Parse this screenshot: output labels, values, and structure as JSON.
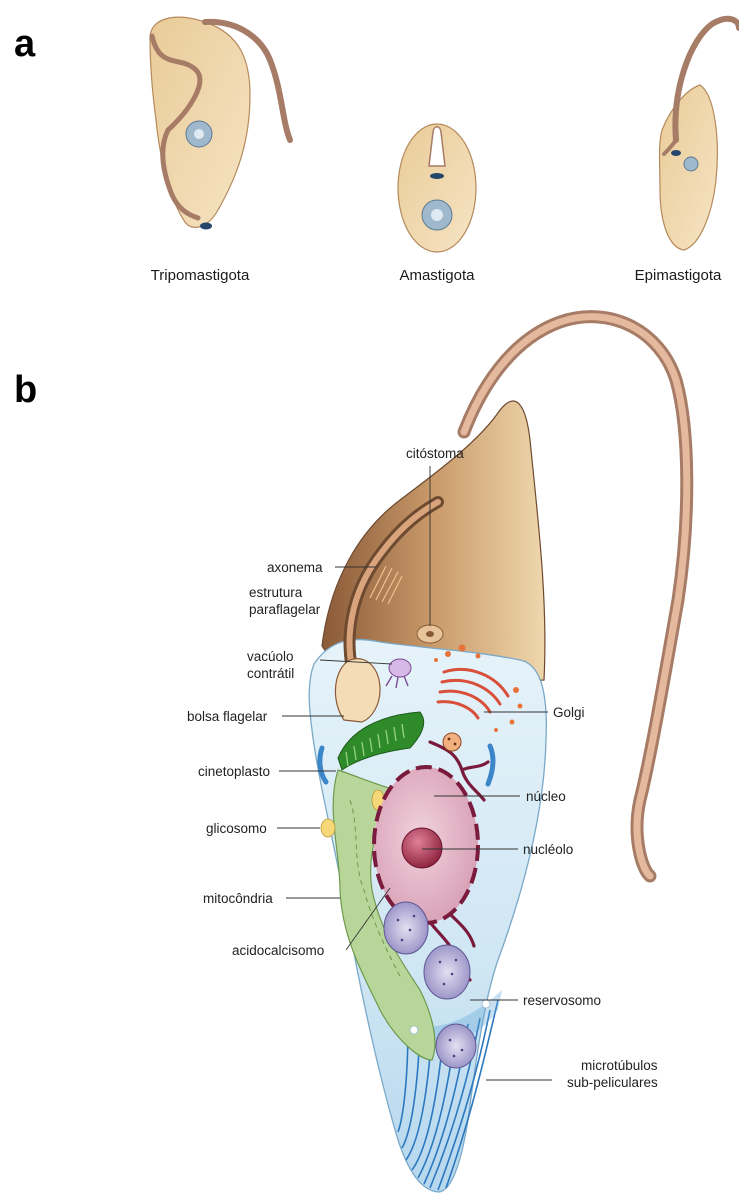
{
  "panel_a": {
    "letter": "a",
    "forms": [
      {
        "id": "tripomastigota",
        "label": "Tripomastigota"
      },
      {
        "id": "amastigota",
        "label": "Amastigota"
      },
      {
        "id": "epimastigota",
        "label": "Epimastigota"
      }
    ]
  },
  "panel_b": {
    "letter": "b",
    "labels": {
      "citostoma": "citóstoma",
      "axonema": "axonema",
      "estrutura_1": "estrutura",
      "estrutura_2": "paraflagelar",
      "vacuolo_1": "vacúolo",
      "vacuolo_2": "contrátil",
      "golgi": "Golgi",
      "bolsa": "bolsa flagelar",
      "cinetoplasto": "cinetoplasto",
      "nucleo": "núcleo",
      "glicosomo": "glicosomo",
      "nucleolo": "nucléolo",
      "mitocondria": "mitocôndria",
      "acidocalcisomo": "acidocalcisomo",
      "reservosomo": "reservosomo",
      "microtubulos_1": "microtúbulos",
      "microtubulos_2": "sub-peliculares"
    }
  },
  "colors": {
    "cell_body": "#f1d8a8",
    "flagellum": "#a67c66",
    "cytoplasm": "#cfe6f3",
    "nucleus": "#e0b2c4",
    "nucleus_border": "#7a1a3c",
    "nucleolus": "#a83050",
    "mitochondria": "#b8d69a",
    "kinetoplast": "#2f8a2a",
    "golgi": "#d8503a",
    "reservosome": "#a7a0cf",
    "microtubules": "#3a86c8"
  }
}
